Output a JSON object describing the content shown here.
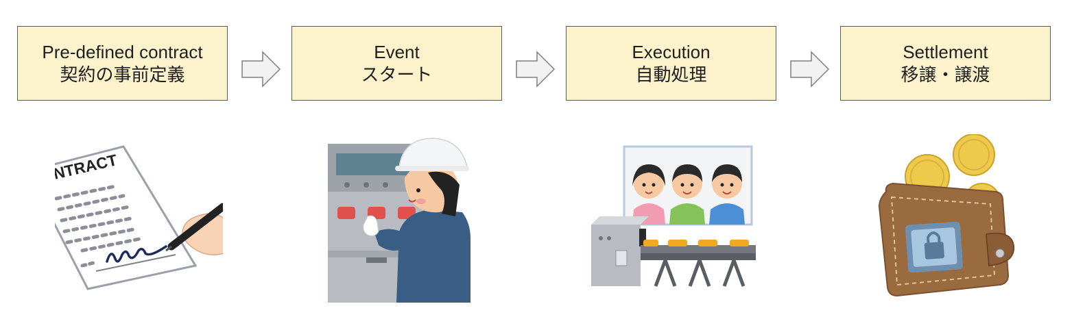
{
  "steps": [
    {
      "title": "Pre-defined contract",
      "subtitle": "契約の事前定義"
    },
    {
      "title": "Event",
      "subtitle": "スタート"
    },
    {
      "title": "Execution",
      "subtitle": "自動処理"
    },
    {
      "title": "Settlement",
      "subtitle": "移譲・譲渡"
    }
  ],
  "contract_heading": "NTRACT",
  "icons": {
    "contract": "contract-signing-icon",
    "event": "worker-pressing-button-icon",
    "execution": "factory-conveyor-icon",
    "settlement": "wallet-coins-icon",
    "arrow": "right-arrow-icon"
  },
  "colors": {
    "box_fill": "#fcf2cc",
    "box_border": "#595959",
    "arrow_fill": "#f2f2f2",
    "arrow_border": "#7f7f7f"
  }
}
